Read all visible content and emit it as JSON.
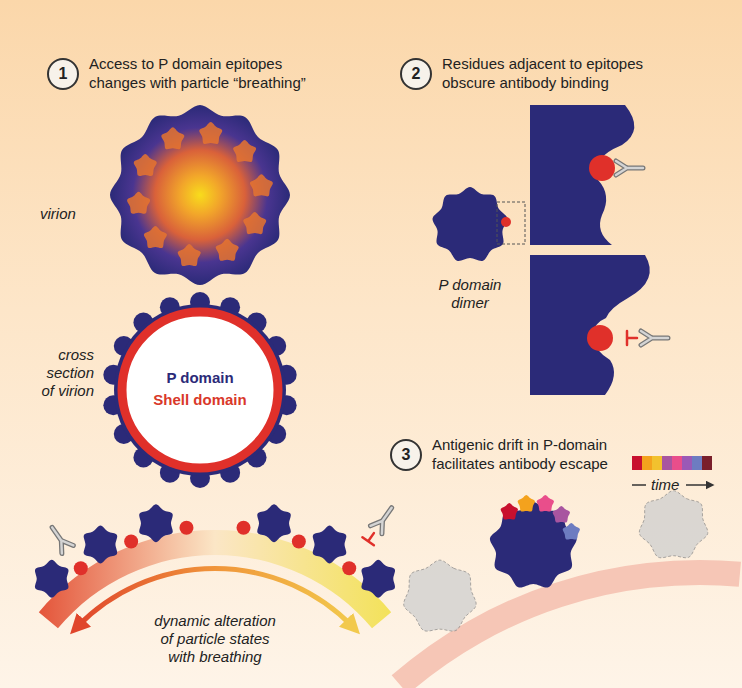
{
  "diagram": {
    "nodes": [
      {
        "text": [
          "1",
          "Access to P domain epitopes changes with particle “breathing”"
        ]
      },
      {
        "text": [
          "2",
          "Residues adjacent to epitopes obscure antibody binding"
        ]
      },
      {
        "text": [
          "3",
          "Antigenic drift in P-domain facilitates antibody escape"
        ]
      }
    ],
    "labels": [
      "virion",
      "cross section of virion",
      "P domain",
      "Shell domain",
      "dynamic alteration of particle states with breathing",
      "P domain dimer",
      "time"
    ]
  }
}
